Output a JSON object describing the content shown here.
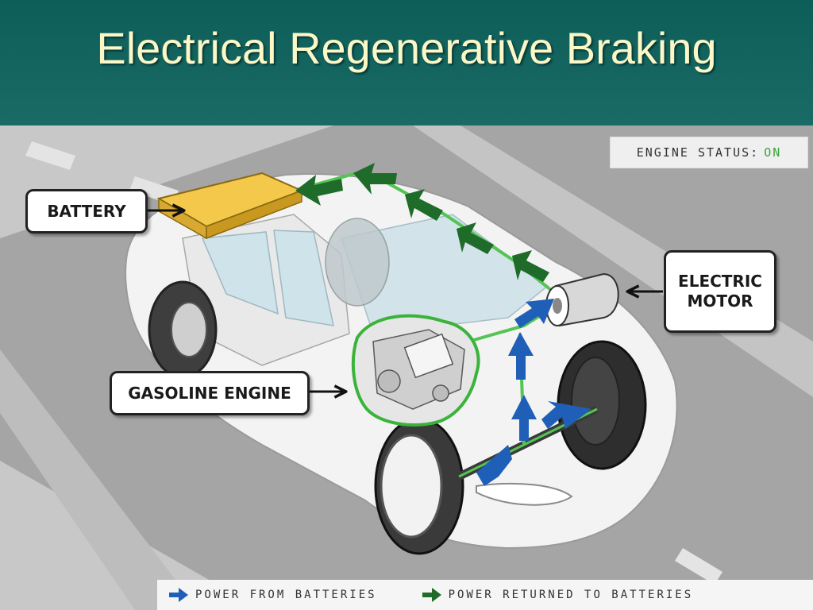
{
  "slide": {
    "title": "Electrical Regenerative Braking"
  },
  "status": {
    "label": "ENGINE STATUS:",
    "value": "ON"
  },
  "labels": {
    "battery": "BATTERY",
    "electric_motor": "ELECTRIC\nMOTOR",
    "gasoline_engine": "GASOLINE ENGINE"
  },
  "legend": {
    "power_from_batteries": "POWER FROM BATTERIES",
    "power_returned": "POWER RETURNED TO BATTERIES"
  },
  "colors": {
    "header_bg": "#0d5d58",
    "title_text": "#fbf7c7",
    "battery": "#f4c84a",
    "power_from_batteries": "#1f5fb8",
    "power_returned": "#1f6b2a",
    "engine_outline": "#3bb33b"
  }
}
